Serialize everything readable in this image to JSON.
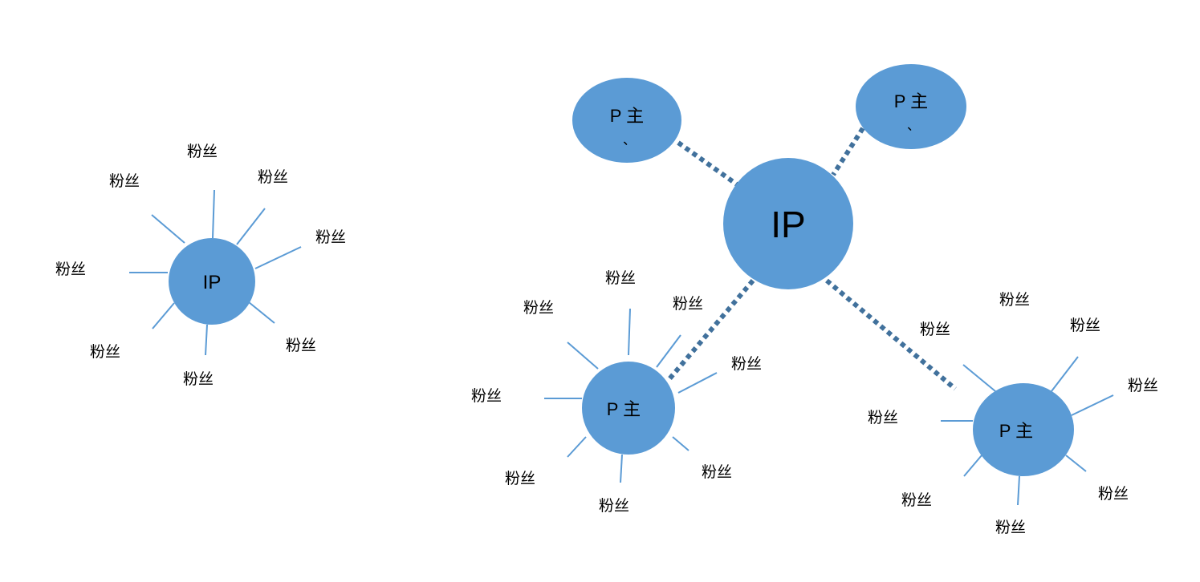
{
  "colors": {
    "node": "#5b9bd5",
    "connector": "#41719c"
  },
  "left_diagram": {
    "center_label": "IP",
    "fans": [
      "粉丝",
      "粉丝",
      "粉丝",
      "粉丝",
      "粉丝",
      "粉丝",
      "粉丝",
      "粉丝"
    ]
  },
  "right_diagram": {
    "center_label": "IP",
    "hosts": [
      {
        "label": "P 主",
        "mark": "、"
      },
      {
        "label": "P 主",
        "mark": "、"
      },
      {
        "label": "P 主",
        "fans": [
          "粉丝",
          "粉丝",
          "粉丝",
          "粉丝",
          "粉丝",
          "粉丝",
          "粉丝",
          "粉丝"
        ]
      },
      {
        "label": "P 主",
        "fans": [
          "粉丝",
          "粉丝",
          "粉丝",
          "粉丝",
          "粉丝",
          "粉丝",
          "粉丝",
          "粉丝"
        ]
      }
    ]
  }
}
